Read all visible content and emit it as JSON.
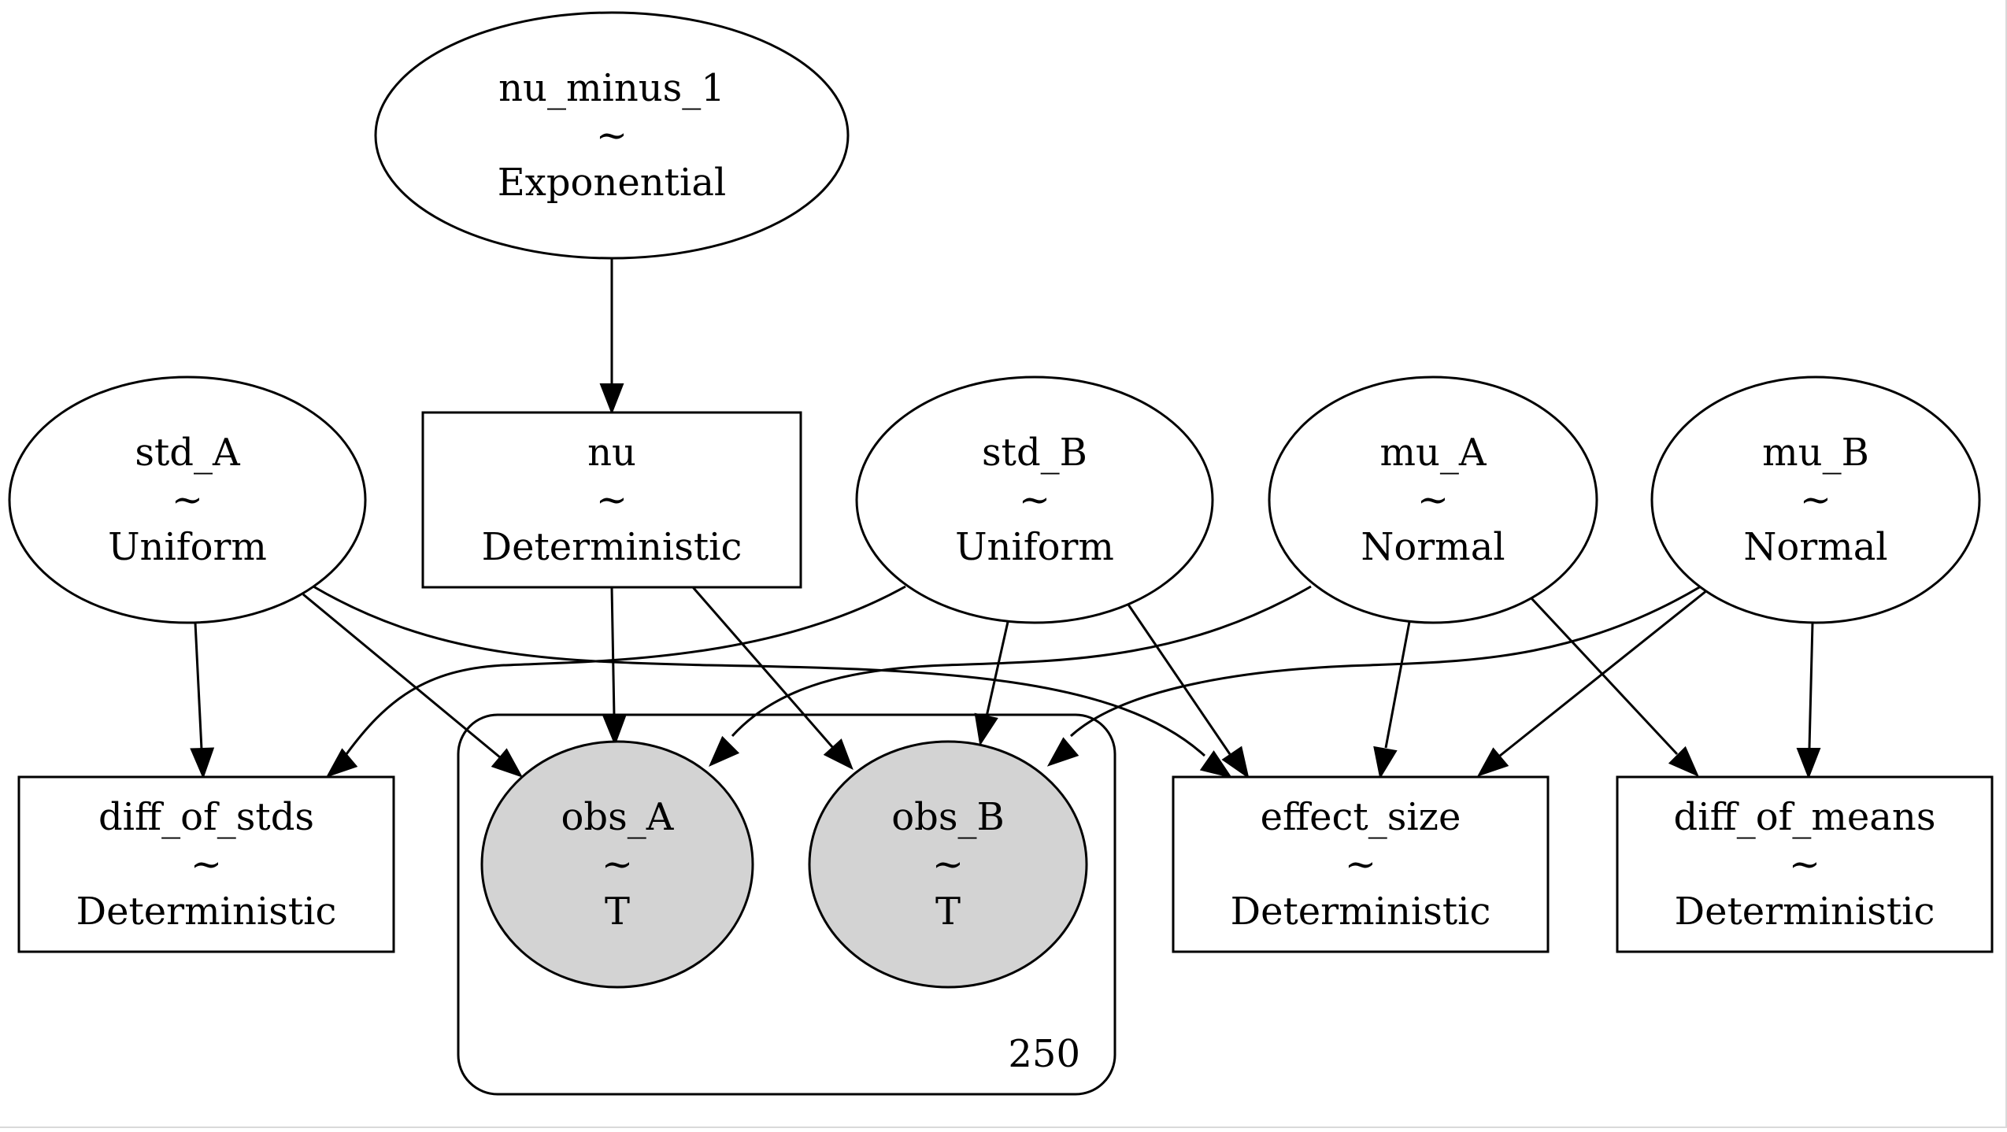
{
  "graph": {
    "plates": [
      {
        "id": "plate-250",
        "label": "250",
        "members": [
          "obs_A",
          "obs_B"
        ]
      }
    ],
    "nodes": [
      {
        "id": "nu_minus_1",
        "name": "nu_minus_1",
        "tilde": "~",
        "dist": "Exponential",
        "shape": "ellipse",
        "observed": false
      },
      {
        "id": "std_A",
        "name": "std_A",
        "tilde": "~",
        "dist": "Uniform",
        "shape": "ellipse",
        "observed": false
      },
      {
        "id": "nu",
        "name": "nu",
        "tilde": "~",
        "dist": "Deterministic",
        "shape": "box",
        "observed": false
      },
      {
        "id": "std_B",
        "name": "std_B",
        "tilde": "~",
        "dist": "Uniform",
        "shape": "ellipse",
        "observed": false
      },
      {
        "id": "mu_A",
        "name": "mu_A",
        "tilde": "~",
        "dist": "Normal",
        "shape": "ellipse",
        "observed": false
      },
      {
        "id": "mu_B",
        "name": "mu_B",
        "tilde": "~",
        "dist": "Normal",
        "shape": "ellipse",
        "observed": false
      },
      {
        "id": "diff_of_stds",
        "name": "diff_of_stds",
        "tilde": "~",
        "dist": "Deterministic",
        "shape": "box",
        "observed": false
      },
      {
        "id": "obs_A",
        "name": "obs_A",
        "tilde": "~",
        "dist": "T",
        "shape": "ellipse",
        "observed": true
      },
      {
        "id": "obs_B",
        "name": "obs_B",
        "tilde": "~",
        "dist": "T",
        "shape": "ellipse",
        "observed": true
      },
      {
        "id": "effect_size",
        "name": "effect_size",
        "tilde": "~",
        "dist": "Deterministic",
        "shape": "box",
        "observed": false
      },
      {
        "id": "diff_of_means",
        "name": "diff_of_means",
        "tilde": "~",
        "dist": "Deterministic",
        "shape": "box",
        "observed": false
      }
    ],
    "edges": [
      {
        "from": "nu_minus_1",
        "to": "nu"
      },
      {
        "from": "std_A",
        "to": "diff_of_stds"
      },
      {
        "from": "std_A",
        "to": "obs_A"
      },
      {
        "from": "std_A",
        "to": "effect_size"
      },
      {
        "from": "nu",
        "to": "obs_A"
      },
      {
        "from": "nu",
        "to": "obs_B"
      },
      {
        "from": "std_B",
        "to": "diff_of_stds"
      },
      {
        "from": "std_B",
        "to": "obs_B"
      },
      {
        "from": "std_B",
        "to": "effect_size"
      },
      {
        "from": "mu_A",
        "to": "obs_A"
      },
      {
        "from": "mu_A",
        "to": "effect_size"
      },
      {
        "from": "mu_A",
        "to": "diff_of_means"
      },
      {
        "from": "mu_B",
        "to": "obs_B"
      },
      {
        "from": "mu_B",
        "to": "effect_size"
      },
      {
        "from": "mu_B",
        "to": "diff_of_means"
      }
    ],
    "colors": {
      "observed_fill": "#d3d3d3",
      "stroke": "#000000",
      "background": "#ffffff"
    }
  }
}
